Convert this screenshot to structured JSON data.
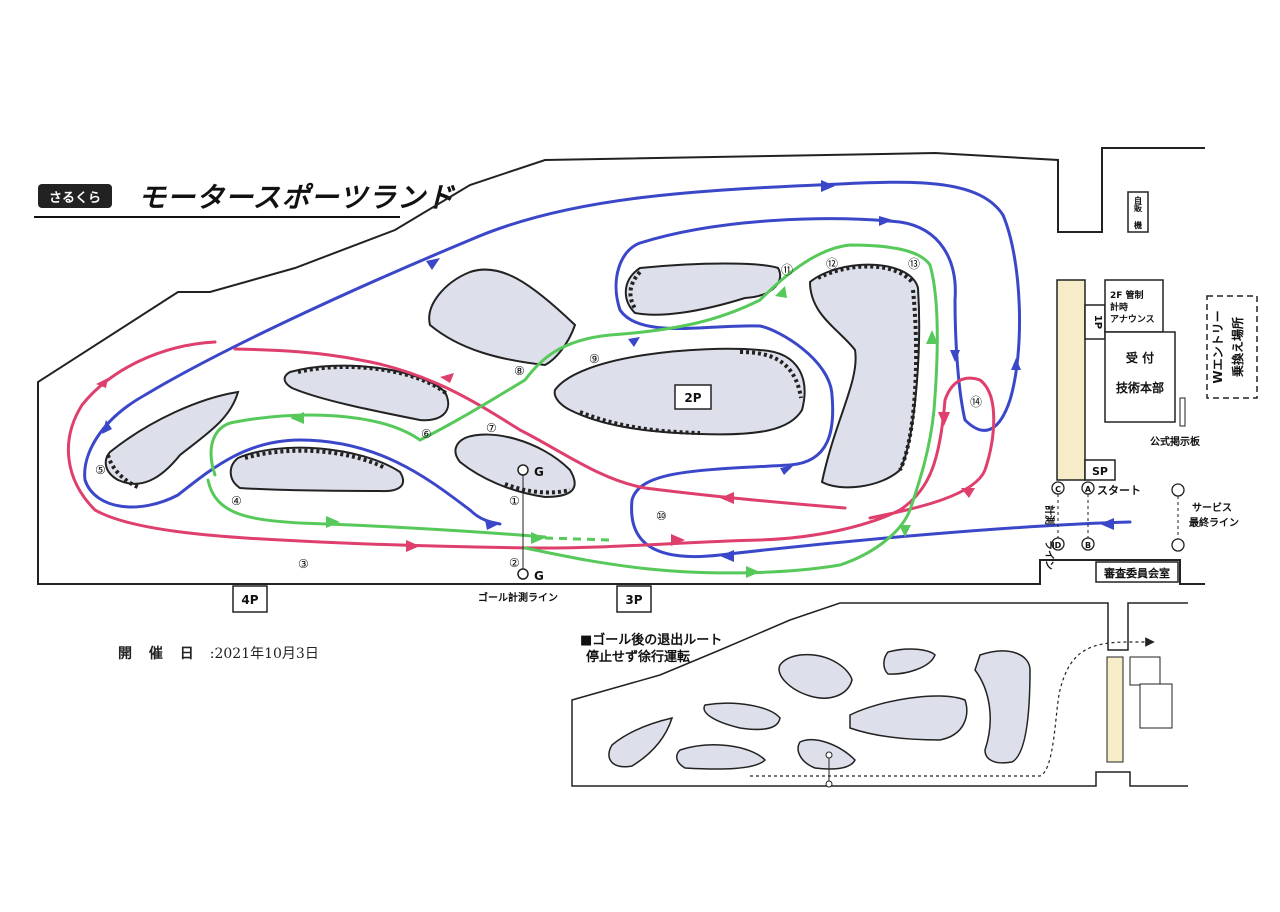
{
  "logo": {
    "brand_small": "さるくら",
    "brand_main": "モータースポーツランド"
  },
  "event": {
    "date_label": "開 催 日",
    "date_value": ":2021年10月3日"
  },
  "parking": [
    "4P",
    "3P",
    "2P",
    "1P",
    "SP"
  ],
  "course_numbers": [
    "①",
    "②",
    "③",
    "④",
    "⑤",
    "⑥",
    "⑦",
    "⑧",
    "⑨",
    "⑩",
    "⑪",
    "⑫",
    "⑬",
    "⑭"
  ],
  "markers": {
    "goal_g": "G",
    "line_a": "A",
    "line_b": "B",
    "line_c": "C",
    "line_d": "D"
  },
  "labels": {
    "goal_timing_line": "ゴール計測ライン",
    "start": "スタート",
    "timing_line_v1": "計測",
    "timing_line_v2": "ライン",
    "service_line_1": "サービス",
    "service_line_2": "最終ライン",
    "bicycle_1": "自販",
    "bicycle_2": "機",
    "building_2f_1": "2F 管制",
    "building_2f_2": "計時",
    "building_2f_3": "アナウンス",
    "reception": "受 付",
    "tech_hq": "技術本部",
    "notice_board": "公式掲示板",
    "judges_room": "審査委員会室",
    "w_entry_1": "Wエントリー",
    "w_entry_2": "乗換え場所"
  },
  "exit_route": {
    "title": "■ゴール後の退出ルート",
    "subtitle": "停止せず徐行運転"
  },
  "colors": {
    "blue": "#3b47c9",
    "pink": "#de3f6c",
    "green": "#56c95a",
    "island": "#dde0ea",
    "pad": "#f6edc8"
  }
}
